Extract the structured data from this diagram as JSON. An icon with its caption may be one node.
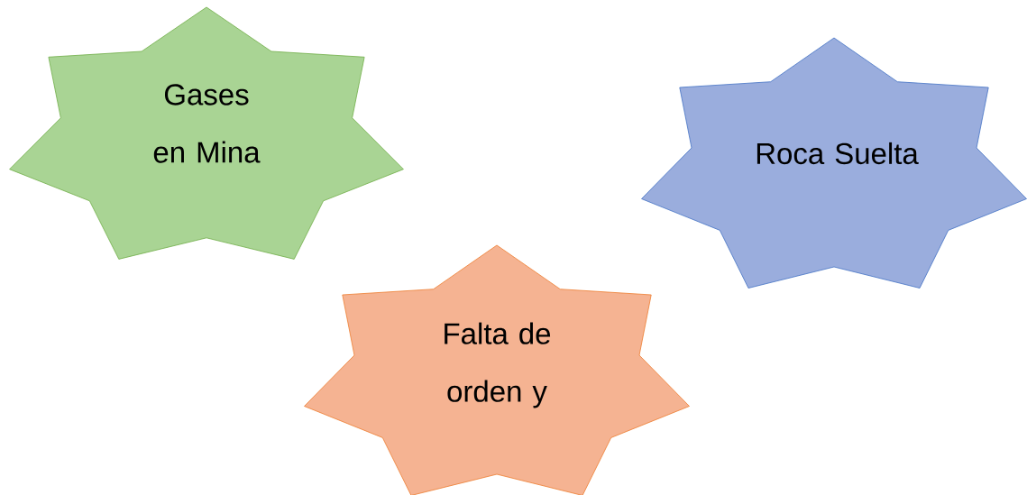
{
  "diagram": {
    "nodes": [
      {
        "text": [
          "Gases en Mina"
        ]
      },
      {
        "text": [
          "Roca Suelta"
        ]
      },
      {
        "text": [
          "Falta de orden y"
        ]
      }
    ]
  }
}
